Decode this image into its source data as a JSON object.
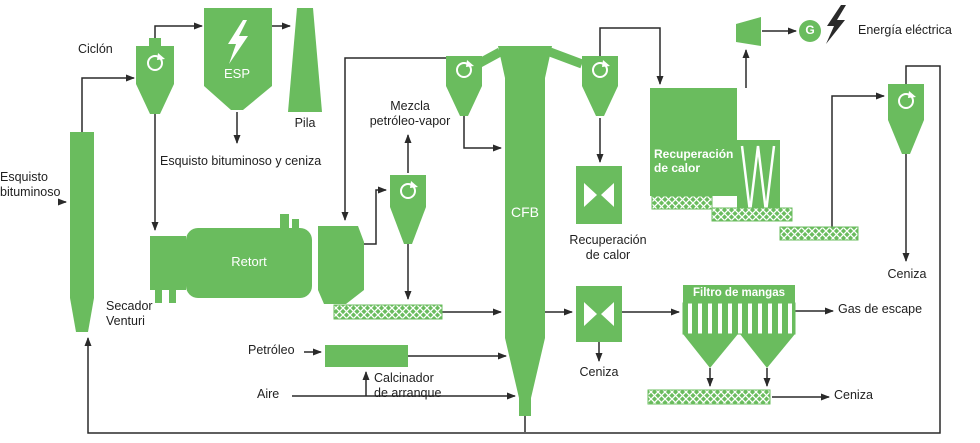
{
  "colors": {
    "green": "#6abc5e",
    "line": "#2a2a2a",
    "text": "#1f1f1f",
    "white": "#ffffff"
  },
  "icons": {
    "rotation": "↻",
    "lightning": "⚡"
  },
  "labels": {
    "feed": "Esquisto\nbituminoso",
    "cyclone": "Ciclón",
    "esp": "ESP",
    "stack": "Pila",
    "shale_ash": "Esquisto bituminoso y ceniza",
    "mixture": "Mezcla\npetróleo-vapor",
    "dryer": "Secador\nVenturi",
    "retort": "Retort",
    "oil": "Petróleo",
    "air": "Aire",
    "calciner": "Calcinador\nde arranque",
    "cfb": "CFB",
    "heat_recovery_mid": "Recuperación\nde calor",
    "heat_recovery_unit": "Recuperación\nde calor",
    "ash_mid": "Ceniza",
    "ash_cyclone": "Ceniza",
    "ash_conveyor": "Ceniza",
    "baghouse": "Filtro de mangas",
    "exhaust_gas": "Gas de escape",
    "electricity": "Energía eléctrica",
    "generator": "G"
  }
}
